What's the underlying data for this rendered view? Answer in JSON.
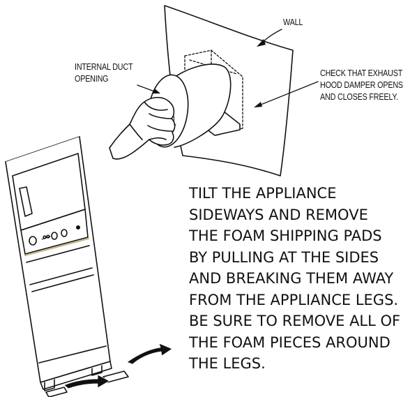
{
  "labels": {
    "wall": "WALL",
    "duct_line1": "INTERNAL DUCT",
    "duct_line2": "OPENING",
    "check_line1": "CHECK THAT EXHAUST",
    "check_line2": "HOOD DAMPER OPENS",
    "check_line3": "AND CLOSES FREELY."
  },
  "instructions": [
    "TILT THE APPLIANCE",
    "SIDEWAYS AND REMOVE",
    "THE FOAM SHIPPING PADS",
    "BY PULLING AT THE SIDES",
    "AND BREAKING THEM AWAY",
    "FROM THE APPLIANCE LEGS.",
    "BE SURE TO REMOVE ALL OF",
    "THE FOAM PIECES AROUND",
    "THE LEGS."
  ]
}
